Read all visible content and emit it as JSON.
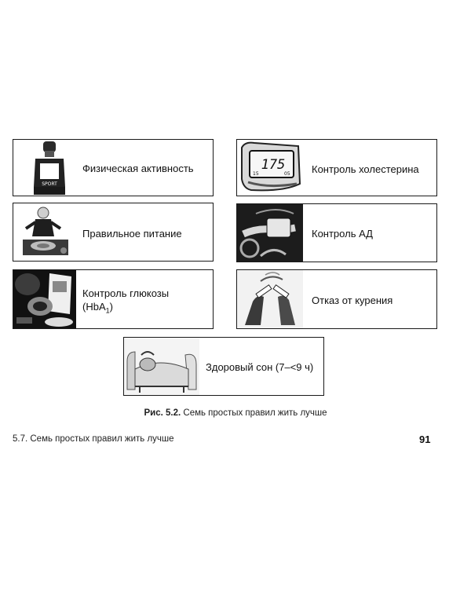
{
  "figure": {
    "cards": [
      {
        "id": "physical-activity",
        "label": "Физическая активность",
        "icon": "athlete-icon"
      },
      {
        "id": "cholesterol",
        "label": "Контроль холестерина",
        "icon": "meter-display-icon",
        "meter": {
          "main": "175",
          "left": "15",
          "right": "05"
        }
      },
      {
        "id": "nutrition",
        "label": "Правильное питание",
        "icon": "meal-icon"
      },
      {
        "id": "blood-pressure",
        "label": "Контроль АД",
        "icon": "blood-pressure-cuff-icon"
      },
      {
        "id": "glucose",
        "label": "Контроль глюкозы",
        "label_line2": "(HbA",
        "label_sub": "1",
        "label_close": ")",
        "icon": "glucose-meter-icon"
      },
      {
        "id": "smoking",
        "label": "Отказ  от курения",
        "icon": "broken-cigarette-icon"
      },
      {
        "id": "sleep",
        "label": "Здоровый сон (7–<9 ч)",
        "icon": "sleeping-person-icon"
      }
    ],
    "athlete_shirt_text": "SPORT",
    "caption_prefix": "Рис. 5.2.",
    "caption_text": " Семь простых правил жить лучше"
  },
  "footer": {
    "section_title": "5.7. Семь простых правил жить лучше",
    "page_number": "91"
  }
}
